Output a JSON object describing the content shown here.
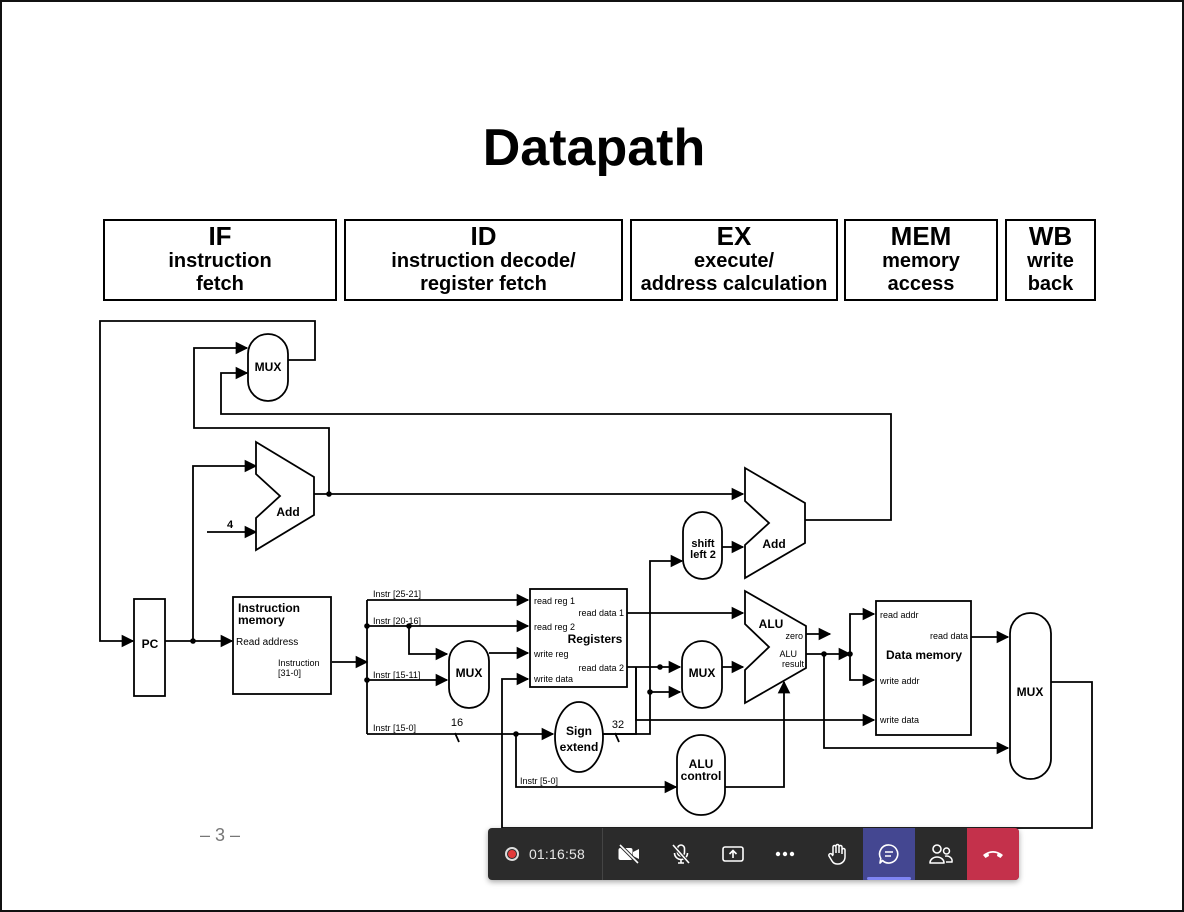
{
  "slide": {
    "title": "Datapath",
    "page_number": "– 3 –"
  },
  "stages": [
    {
      "abbr": "IF",
      "line1": "instruction",
      "line2": "fetch"
    },
    {
      "abbr": "ID",
      "line1": "instruction decode/",
      "line2": "register fetch"
    },
    {
      "abbr": "EX",
      "line1": "execute/",
      "line2": "address calculation"
    },
    {
      "abbr": "MEM",
      "line1": "memory",
      "line2": "access"
    },
    {
      "abbr": "WB",
      "line1": "write",
      "line2": "back"
    }
  ],
  "diagram": {
    "mux_top": "MUX",
    "add_pc": "Add",
    "const_four": "4",
    "pc": "PC",
    "imem_title_1": "Instruction",
    "imem_title_2": "memory",
    "imem_read_address": "Read address",
    "imem_instruction_1": "Instruction",
    "imem_instruction_2": "[31-0]",
    "instr_25_21": "Instr [25-21]",
    "instr_20_16": "Instr [20-16]",
    "instr_15_11": "Instr [15-11]",
    "instr_15_0": "Instr [15-0]",
    "instr_5_0": "Instr [5-0]",
    "mux_regdst": "MUX",
    "bits_16": "16",
    "bits_32": "32",
    "regs_read_reg_1": "read reg 1",
    "regs_read_data_1": "read data 1",
    "regs_read_reg_2": "read reg 2",
    "regs_title": "Registers",
    "regs_write_reg": "write reg",
    "regs_read_data_2": "read data 2",
    "regs_write_data": "write data",
    "sign_extend_1": "Sign",
    "sign_extend_2": "extend",
    "shift_left_1": "shift",
    "shift_left_2": "left 2",
    "add_branch": "Add",
    "alu": "ALU",
    "alu_zero": "zero",
    "alu_result_1": "ALU",
    "alu_result_2": "result",
    "mux_alusrc": "MUX",
    "alu_control_1": "ALU",
    "alu_control_2": "control",
    "dmem_read_addr": "read addr",
    "dmem_read_data": "read data",
    "dmem_title": "Data memory",
    "dmem_write_addr": "write addr",
    "dmem_write_data": "write data",
    "mux_wb": "MUX"
  },
  "meeting_bar": {
    "timer": "01:16:58",
    "icons": [
      "recording-indicator-icon",
      "camera-off-icon",
      "microphone-off-icon",
      "share-screen-icon",
      "more-options-icon",
      "raise-hand-icon",
      "chat-icon",
      "participants-icon",
      "hang-up-icon"
    ],
    "colors": {
      "bar": "#2b2b2b",
      "chat_active": "#444791",
      "hang_up": "#c4314b",
      "recording": "#e23b3b"
    }
  }
}
